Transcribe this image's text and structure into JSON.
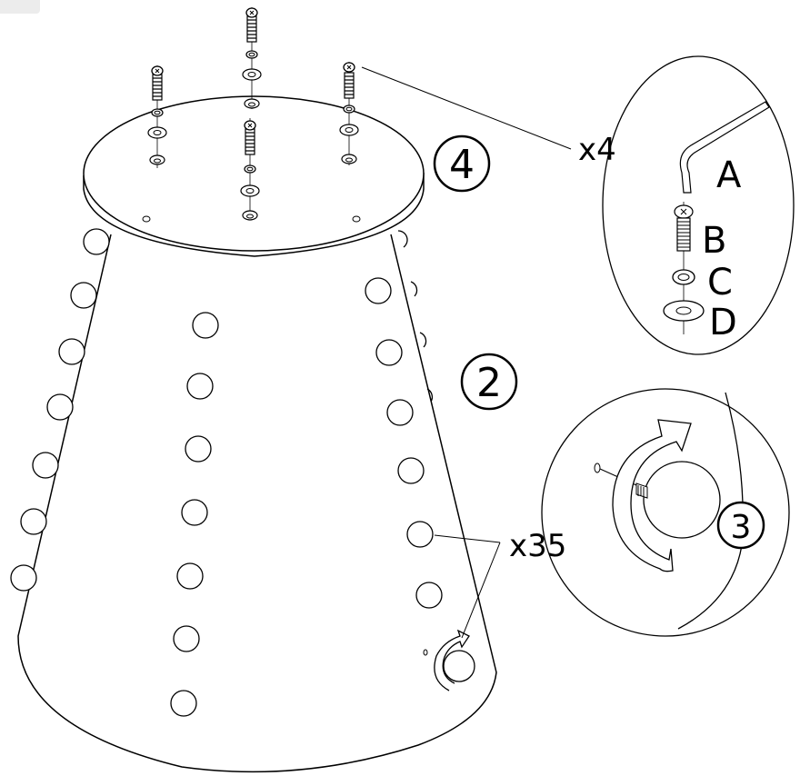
{
  "steps": {
    "top_plate": "4",
    "cone_body": "2",
    "detail": "3"
  },
  "counts": {
    "hardware_sets": "x4",
    "balls": "x35"
  },
  "parts": [
    {
      "id": "A"
    },
    {
      "id": "B"
    },
    {
      "id": "C"
    },
    {
      "id": "D"
    }
  ],
  "colors": {
    "line": "#000000",
    "background": "#ffffff"
  }
}
